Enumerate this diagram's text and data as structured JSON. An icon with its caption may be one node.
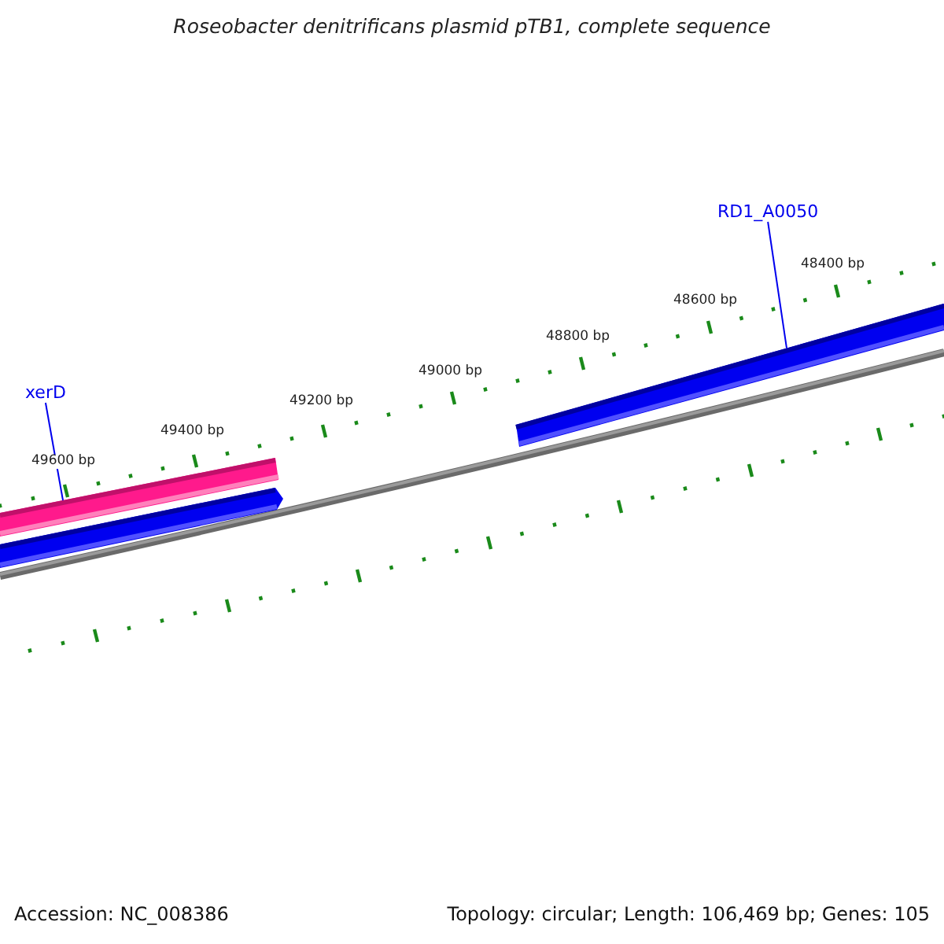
{
  "diagram": {
    "title": "Roseobacter denitrificans plasmid pTB1, complete sequence",
    "nodes": [
      {
        "text": [
          "xerD"
        ]
      },
      {
        "text": [],
        "shape": "bar"
      },
      {
        "text": [],
        "shape": "bar"
      },
      {
        "text": [
          "RD1_A0050"
        ]
      },
      {
        "text": [],
        "shape": "bar"
      }
    ],
    "edges": [
      {
        "from": 0,
        "to": 1,
        "arrow": "none"
      },
      {
        "from": 3,
        "to": 4,
        "arrow": "none"
      }
    ],
    "labels": [
      "48400 bp",
      "48600 bp",
      "48800 bp",
      "49000 bp",
      "49200 bp",
      "49400 bp",
      "49600 bp",
      "Accession: NC_008386",
      "Topology: circular; Length: 106,469 bp; Genes: 105"
    ]
  }
}
